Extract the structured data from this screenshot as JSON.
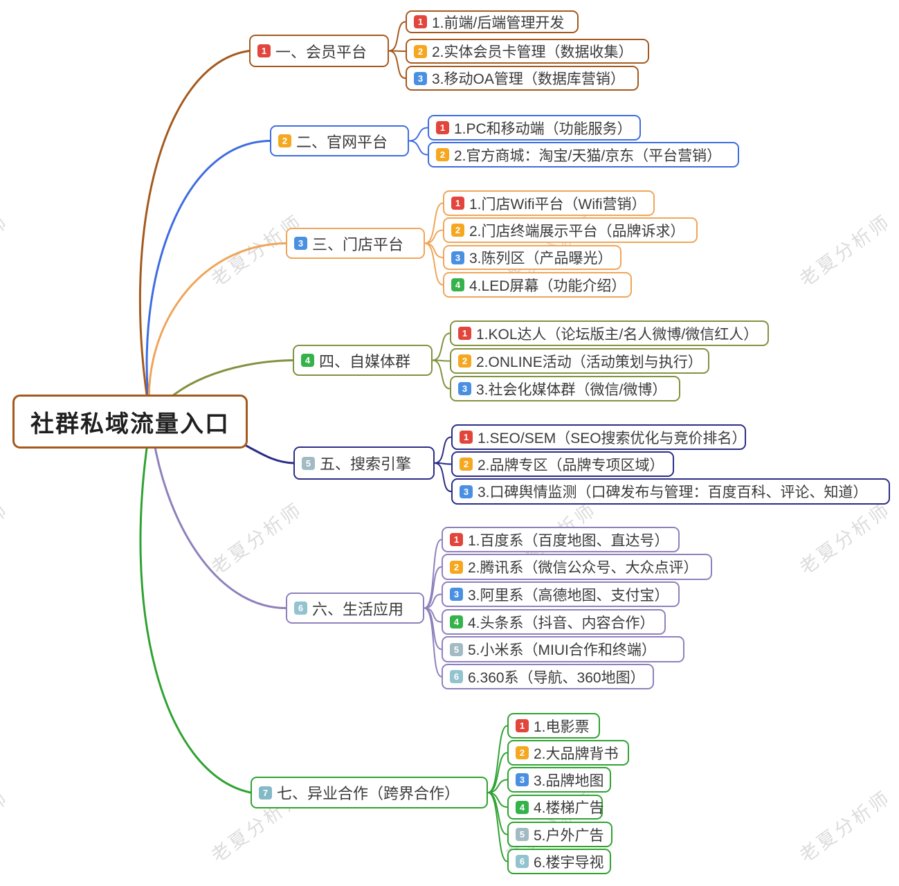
{
  "root": {
    "label": "社群私域流量入口"
  },
  "watermark": {
    "text": "老夏分析师",
    "color": "#dcdcdc"
  },
  "badge_colors": {
    "1": "#e2453c",
    "2": "#f5a81f",
    "3": "#4a90e2",
    "4": "#35b34a",
    "5": "#a2bac3",
    "6": "#92c3ce",
    "7": "#83bac5"
  },
  "branches": [
    {
      "badge": "1",
      "label": "一、会员平台",
      "color": "#a4591d",
      "children": [
        {
          "badge": "1",
          "label": "1.前端/后端管理开发"
        },
        {
          "badge": "2",
          "label": "2.实体会员卡管理（数据收集）"
        },
        {
          "badge": "3",
          "label": "3.移动OA管理（数据库营销）"
        }
      ]
    },
    {
      "badge": "2",
      "label": "二、官网平台",
      "color": "#3e6ce0",
      "children": [
        {
          "badge": "1",
          "label": "1.PC和移动端（功能服务）"
        },
        {
          "badge": "2",
          "label": "2.官方商城：淘宝/天猫/京东（平台营销）"
        }
      ]
    },
    {
      "badge": "3",
      "label": "三、门店平台",
      "color": "#efa559",
      "children": [
        {
          "badge": "1",
          "label": "1.门店Wifi平台（Wifi营销）"
        },
        {
          "badge": "2",
          "label": "2.门店终端展示平台（品牌诉求）"
        },
        {
          "badge": "3",
          "label": "3.陈列区（产品曝光）"
        },
        {
          "badge": "4",
          "label": "4.LED屏幕（功能介绍）"
        }
      ]
    },
    {
      "badge": "4",
      "label": "四、自媒体群",
      "color": "#81923f",
      "children": [
        {
          "badge": "1",
          "label": "1.KOL达人（论坛版主/名人微博/微信红人）"
        },
        {
          "badge": "2",
          "label": "2.ONLINE活动（活动策划与执行）"
        },
        {
          "badge": "3",
          "label": "3.社会化媒体群（微信/微博）"
        }
      ]
    },
    {
      "badge": "5",
      "label": "五、搜索引擎",
      "color": "#2b2d85",
      "children": [
        {
          "badge": "1",
          "label": "1.SEO/SEM（SEO搜索优化与竞价排名）"
        },
        {
          "badge": "2",
          "label": "2.品牌专区（品牌专项区域）"
        },
        {
          "badge": "3",
          "label": "3.口碑舆情监测（口碑发布与管理：百度百科、评论、知道）"
        }
      ]
    },
    {
      "badge": "6",
      "label": "六、生活应用",
      "color": "#8f80bc",
      "children": [
        {
          "badge": "1",
          "label": "1.百度系（百度地图、直达号）"
        },
        {
          "badge": "2",
          "label": "2.腾讯系（微信公众号、大众点评）"
        },
        {
          "badge": "3",
          "label": "3.阿里系（高德地图、支付宝）"
        },
        {
          "badge": "4",
          "label": "4.头条系（抖音、内容合作）"
        },
        {
          "badge": "5",
          "label": "5.小米系（MIUI合作和终端）"
        },
        {
          "badge": "6",
          "label": "6.360系（导航、360地图）"
        }
      ]
    },
    {
      "badge": "7",
      "label": "七、异业合作（跨界合作）",
      "color": "#2fa231",
      "children": [
        {
          "badge": "1",
          "label": "1.电影票"
        },
        {
          "badge": "2",
          "label": "2.大品牌背书"
        },
        {
          "badge": "3",
          "label": "3.品牌地图"
        },
        {
          "badge": "4",
          "label": "4.楼梯广告"
        },
        {
          "badge": "5",
          "label": "5.户外广告"
        },
        {
          "badge": "6",
          "label": "6.楼宇导视"
        }
      ]
    }
  ]
}
